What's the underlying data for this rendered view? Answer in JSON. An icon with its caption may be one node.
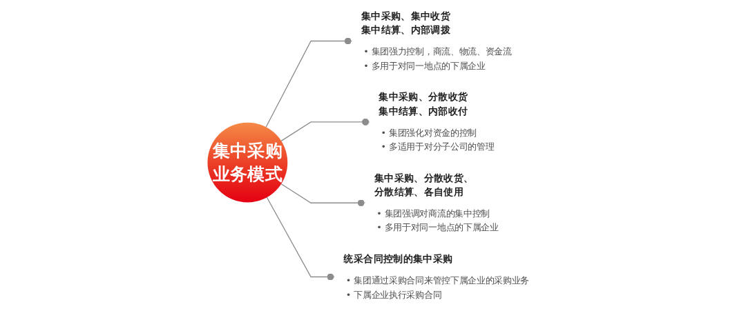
{
  "diagram": {
    "nodes": [
      {
        "text": [
          "集中采购业务模式"
        ]
      },
      {
        "text": [
          "集中采购、集中收货集中结算、内部调拨",
          "• 集团强力控制，商流、物流、资金流",
          "• 多用于对同一地点的下属企业"
        ]
      },
      {
        "text": [
          "集中采购、分散收货集中结算、内部收付",
          "• 集团强化对资金的控制",
          "• 多适用于对分子公司的管理"
        ]
      },
      {
        "text": [
          "集中采购、分散收货、分散结算、各自使用",
          "• 集团强调对商流的集中控制",
          "• 多用于对同一地点的下属企业"
        ]
      },
      {
        "text": [
          "统采合同控制的集中采购",
          "• 集团通过采购合同来管控下属企业的采购业务",
          "• 下属企业执行采购合同"
        ]
      }
    ],
    "edges": [
      {
        "from": 0,
        "to": 1,
        "arrow": "other"
      },
      {
        "from": 0,
        "to": 2,
        "arrow": "other"
      },
      {
        "from": 0,
        "to": 3,
        "arrow": "other"
      },
      {
        "from": 0,
        "to": 4,
        "arrow": "other"
      }
    ]
  }
}
